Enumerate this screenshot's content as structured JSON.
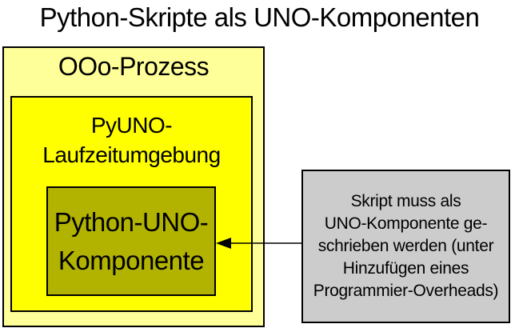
{
  "title": "Python-Skripte als UNO-Komponenten",
  "colors": {
    "outer_fill": "#FFFF99",
    "runtime_fill": "#FFFF00",
    "component_fill": "#B2B300",
    "note_fill": "#CCCCCC",
    "border": "#000000",
    "text": "#000000"
  },
  "boxes": {
    "outer": {
      "label": "OOo-Prozess"
    },
    "runtime": {
      "line1": "PyUNO-",
      "line2": "Laufzeitumgebung"
    },
    "component": {
      "line1": "Python-UNO-",
      "line2": "Komponente"
    },
    "note": {
      "lines": [
        "Skript muss als",
        "UNO-Komponente ge-",
        "schrieben werden (unter",
        "Hinzufügen eines",
        "Programmier-Overheads)"
      ]
    }
  },
  "arrow": {
    "direction": "left",
    "from": "note-box",
    "to": "python-uno-component-box"
  }
}
